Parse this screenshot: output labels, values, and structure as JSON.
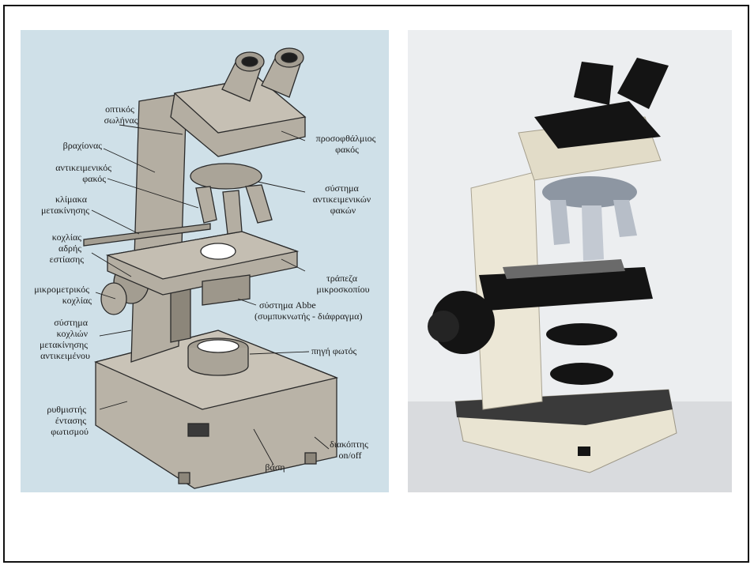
{
  "diagram": {
    "labels": {
      "optical_tube": [
        "οπτικός",
        "σωλήνας"
      ],
      "arm": [
        "βραχίονας"
      ],
      "objective_lens": [
        "αντικειμενικός",
        "φακός"
      ],
      "mechanical_stage_scale": [
        "κλίμακα",
        "μετακίνησης"
      ],
      "coarse_focus": [
        "κοχλίας",
        "αδρής",
        "εστίασης"
      ],
      "fine_focus": [
        "μικρομετρικός",
        "κοχλίας"
      ],
      "stage_control": [
        "σύστημα",
        "κοχλιών",
        "μετακίνησης",
        "αντικειμένου"
      ],
      "brightness_control": [
        "ρυθμιστής",
        "έντασης",
        "φωτισμού"
      ],
      "eyepiece": [
        "προσοφθάλμιος",
        "φακός"
      ],
      "objective_system": [
        "σύστημα",
        "αντικειμενικών",
        "φακών"
      ],
      "stage": [
        "τράπεζα",
        "μικροσκοπίου"
      ],
      "abbe_system": [
        "σύστημα Abbe",
        "(συμπυκνωτής - διάφραγμα)"
      ],
      "light_source": [
        "πηγή φωτός"
      ],
      "base": [
        "βάση"
      ],
      "switch": [
        "διακόπτης",
        "on/off"
      ]
    }
  },
  "colors": {
    "diagram_bg": "#cfe0e8",
    "microscope_body": "#b4aea2",
    "microscope_dark": "#8c867a",
    "photo_bg": "#eceef0",
    "photo_body": "#e9e4d2",
    "photo_black": "#141414"
  }
}
